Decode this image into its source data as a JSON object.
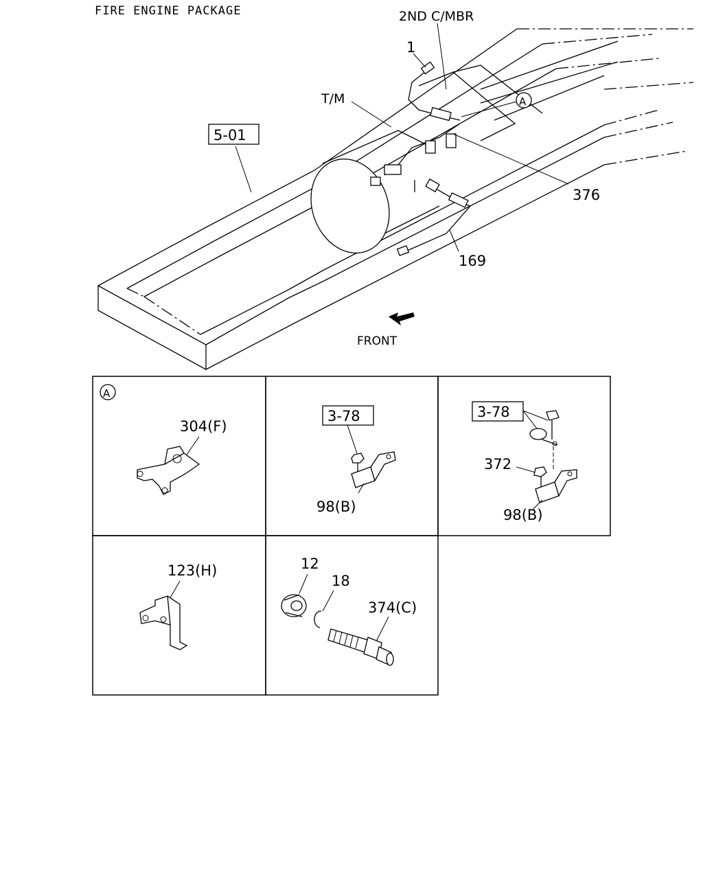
{
  "title": "FIRE ENGINE PACKAGE",
  "callouts": {
    "second_cross_member": "2ND C/MBR",
    "part_1": "1",
    "transmission": "T/M",
    "detail_a_marker": "A",
    "ref_5_01": "5-01",
    "part_376": "376",
    "part_169": "169",
    "front": "FRONT"
  },
  "panels": {
    "a": {
      "marker": "A",
      "part": "304(F)"
    },
    "b": {
      "ref": "3-78",
      "part": "98(B)"
    },
    "c": {
      "ref": "3-78",
      "part_nut": "372",
      "part": "98(B)"
    },
    "d": {
      "part": "123(H)"
    },
    "e": {
      "part_nut": "12",
      "part_clip": "18",
      "part_bolt": "374(C)"
    }
  }
}
